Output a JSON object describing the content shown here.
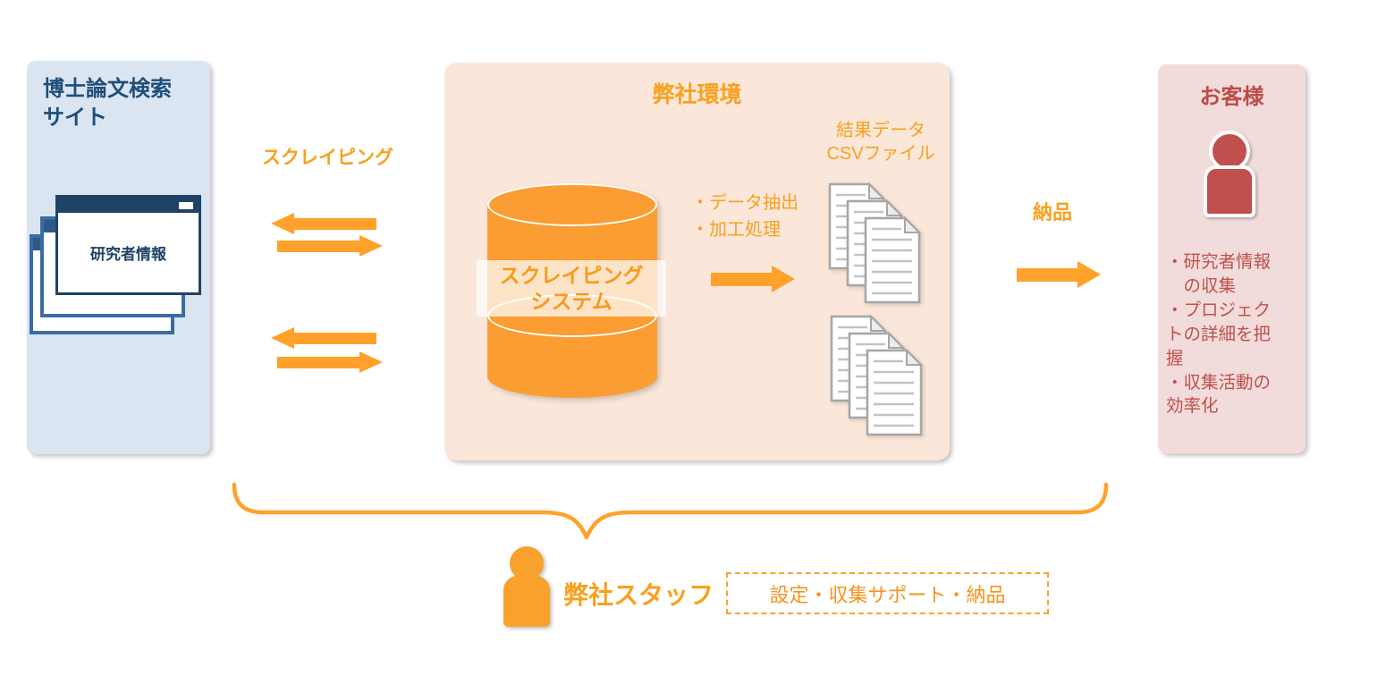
{
  "colors": {
    "accent_orange": "#F9A01E",
    "fill_orange": "#FB9D33",
    "navy": "#1F4E79",
    "panel_blue_bg": "#DBE5F1",
    "mid_blue": "#3A6BA5",
    "panel_peach_bg": "#FBE7D9",
    "accent_red": "#C0504D",
    "panel_pink_bg": "#F2DCDB",
    "doc_border_gray": "#A6A6A6"
  },
  "source_site": {
    "title": "博士論文検索サイト",
    "window_label": "研究者情報"
  },
  "flow_labels": {
    "scraping": "スクレイピング",
    "delivery": "納品"
  },
  "company_env": {
    "title": "弊社環境",
    "system_label": "スクレイピング\nシステム",
    "process_label": "・データ抽出\n・加工処理",
    "result_label": "結果データ\nCSVファイル"
  },
  "customer": {
    "title": "お客様",
    "benefits_text": "・研究者情報\n　の収集\n・プロジェク\nトの詳細を把\n握\n・収集活動の\n効率化"
  },
  "staff": {
    "label": "弊社スタッフ",
    "tasks_label": "設定・収集サポート・納品"
  },
  "icons": {
    "database-icon": "css-cylinder",
    "document-icon": "svg-page-with-folded-corner",
    "person-icon": "circle-head-rounded-body",
    "left-arrow-icon": "triangle-left-with-shaft",
    "right-arrow-icon": "shaft-with-triangle-right",
    "brace-icon": "svg-curly-underbrace",
    "window-minimize-icon": "white-rect-in-titlebar"
  }
}
